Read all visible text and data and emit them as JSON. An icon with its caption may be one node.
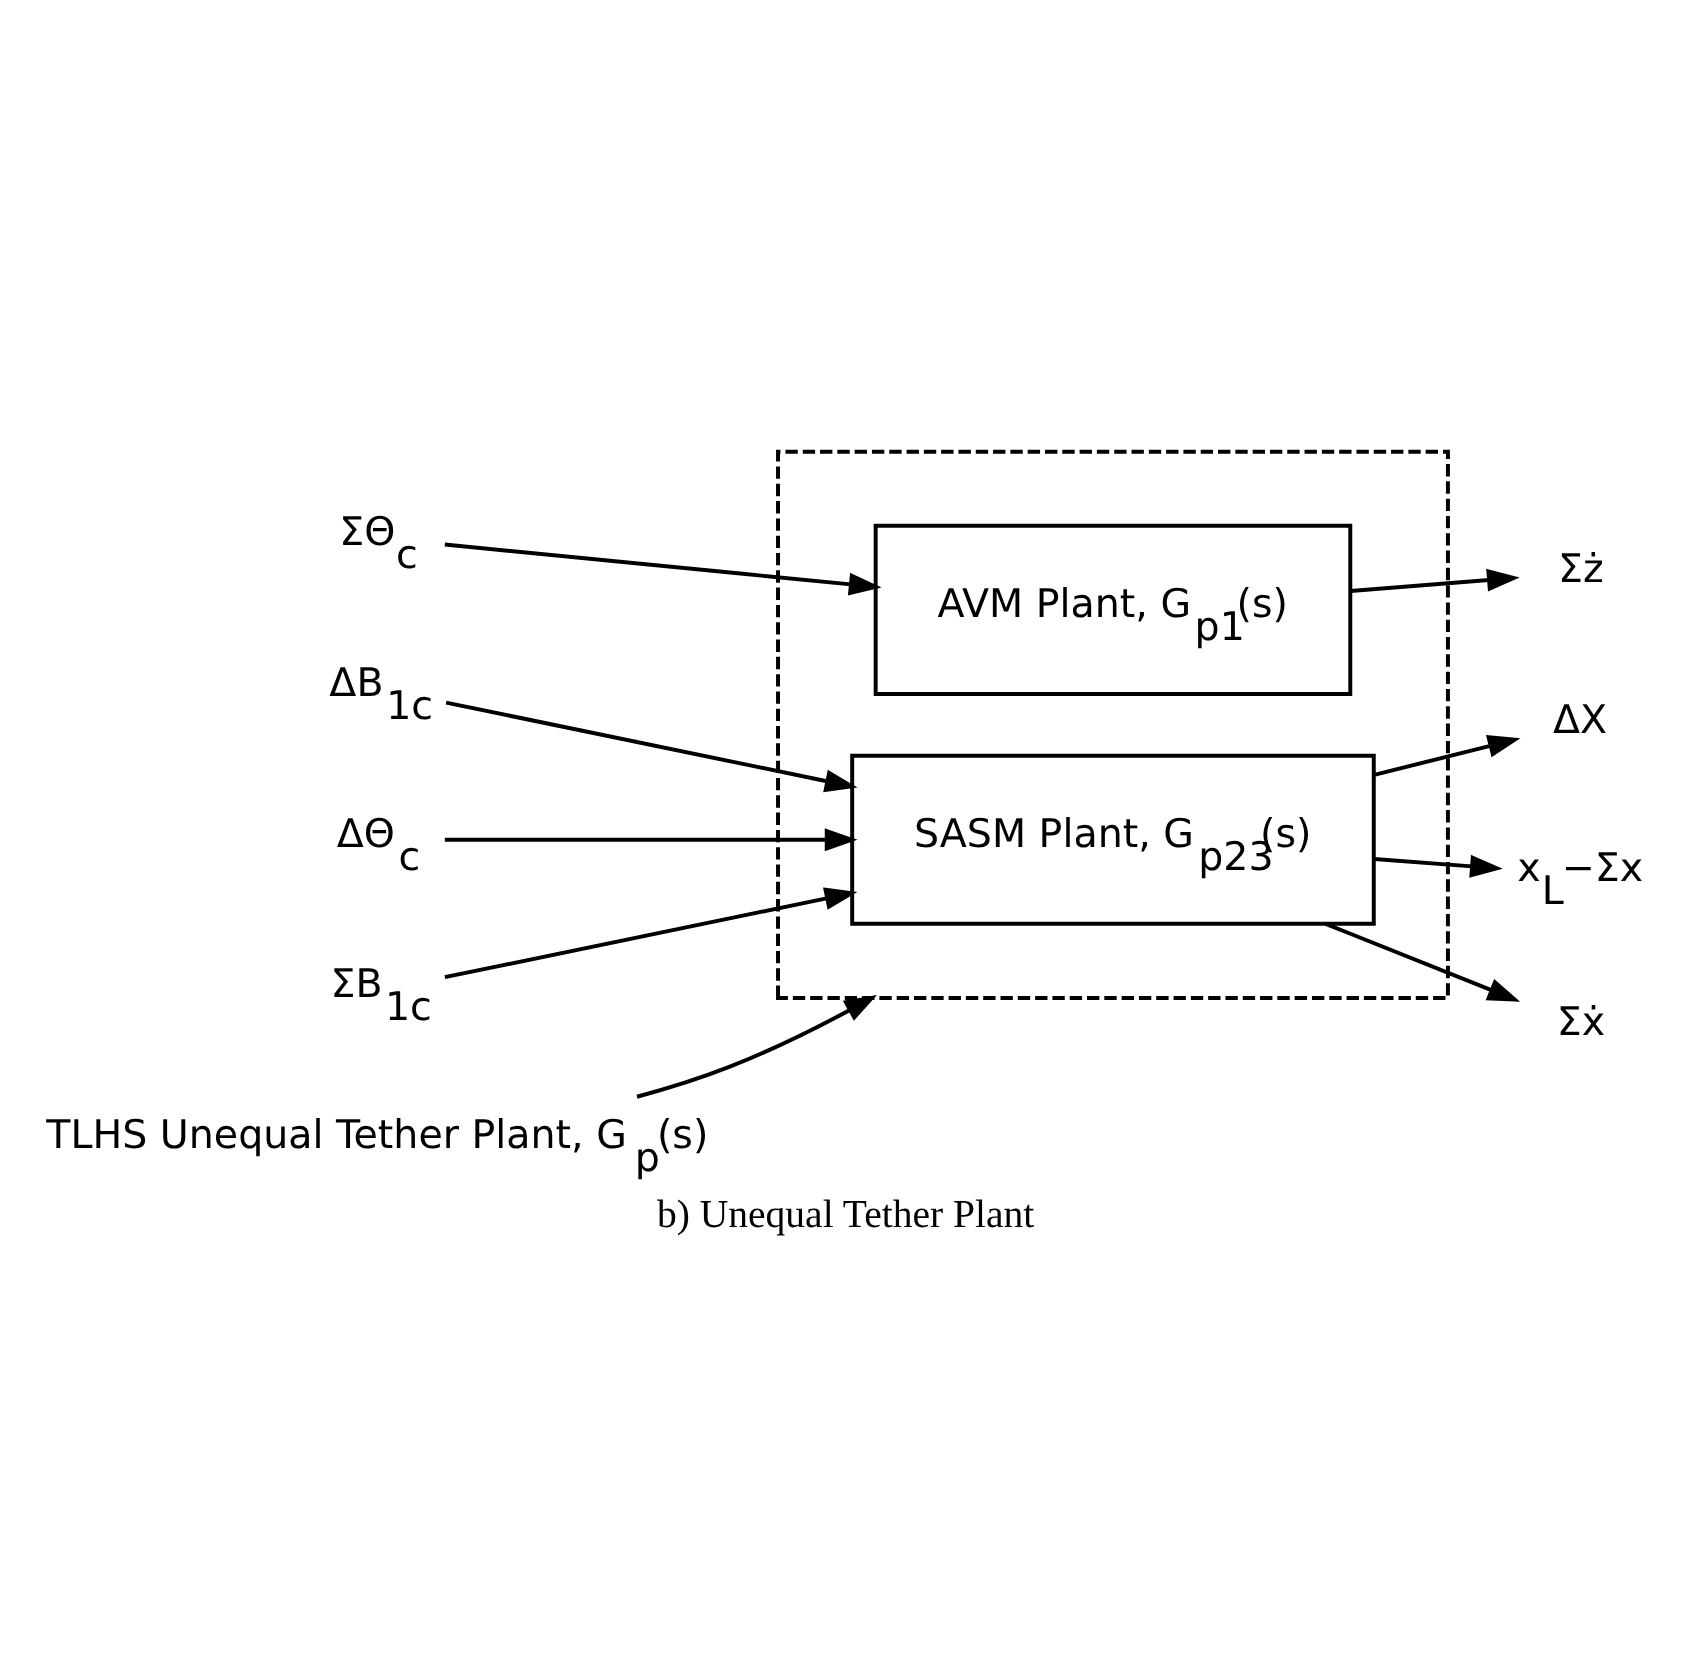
{
  "diagram": {
    "caption": "b) Unequal Tether Plant",
    "nodes": [
      {
        "text": [],
        "shape": "box"
      },
      {
        "text": [
          "AVM Plant, G$_{p1}$(s)"
        ],
        "in": 0
      },
      {
        "text": [
          "SASM Plant, G$_{p23}$(s)"
        ],
        "in": 0
      },
      {
        "text": [
          "ΣΘ$_{c}$"
        ]
      },
      {
        "text": [
          "Σż"
        ]
      },
      {
        "text": [
          "ΔB$_{1c}$"
        ]
      },
      {
        "text": [
          "ΔΘ$_{c}$"
        ]
      },
      {
        "text": [
          "ΣB$_{1c}$"
        ]
      },
      {
        "text": [
          "ΔX"
        ]
      },
      {
        "text": [
          "x$_{L}$−Σx"
        ]
      },
      {
        "text": [
          "Σẋ"
        ]
      },
      {
        "text": [
          "TLHS Unequal Tether Plant, G$_{p}$(s)"
        ]
      }
    ],
    "edges": [
      {
        "from": 3,
        "to": 1,
        "arrow": "to"
      },
      {
        "from": 1,
        "to": 4,
        "arrow": "to"
      },
      {
        "from": 5,
        "to": 2,
        "arrow": "to"
      },
      {
        "from": 6,
        "to": 2,
        "arrow": "to"
      },
      {
        "from": 7,
        "to": 2,
        "arrow": "to"
      },
      {
        "from": 2,
        "to": 8,
        "arrow": "to"
      },
      {
        "from": 2,
        "to": 9,
        "arrow": "to"
      },
      {
        "from": 2,
        "to": 10,
        "arrow": "to"
      },
      {
        "from": 11,
        "to": 0,
        "arrow": "to"
      }
    ]
  }
}
